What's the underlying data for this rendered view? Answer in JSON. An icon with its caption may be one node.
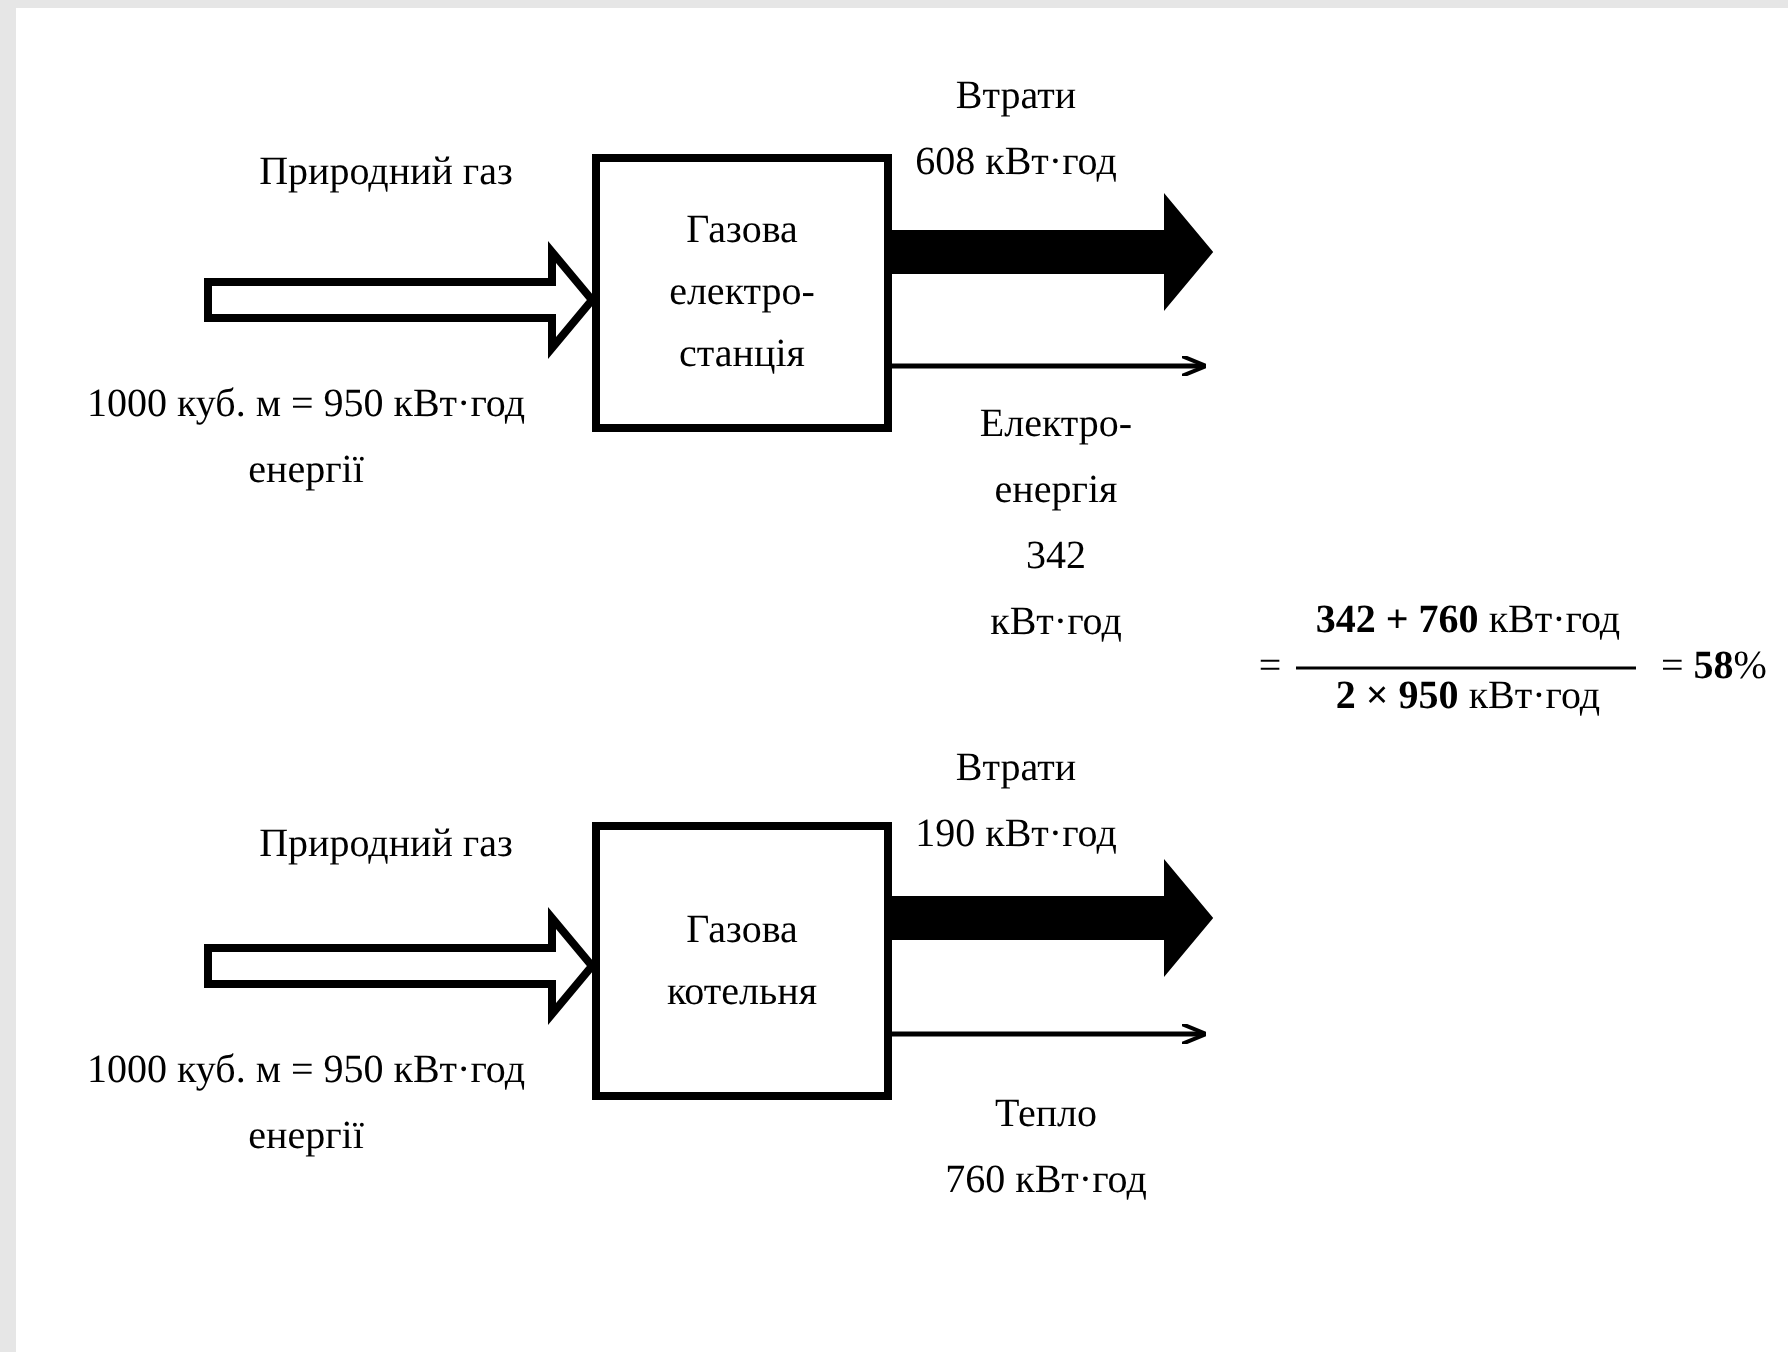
{
  "diagram": {
    "nodes": [
      {
        "text": [
          "Газова електро-станція"
        ]
      },
      {
        "text": [
          "Газова котельня"
        ]
      }
    ],
    "edges": [
      {
        "from": null,
        "to": 0,
        "arrow": "to",
        "style": "thick",
        "color": "#ffffff"
      },
      {
        "from": 0,
        "to": null,
        "arrow": "to",
        "style": "thick"
      },
      {
        "from": 0,
        "to": null,
        "arrow": "to"
      },
      {
        "from": null,
        "to": 1,
        "arrow": "to",
        "style": "thick",
        "color": "#ffffff"
      },
      {
        "from": 1,
        "to": null,
        "arrow": "to",
        "style": "thick"
      },
      {
        "from": 1,
        "to": null,
        "arrow": "to"
      }
    ],
    "labels": [
      "Втрати 608 кВт·год",
      "Природний газ",
      "1000 куб. м = 950 кВт·год енергії",
      "Електро-енергія 342 кВт·год",
      "=",
      "**342 + 760** кВт·год",
      "**2 × 950** кВт·год",
      "= **58**%",
      "Втрати 190 кВт·год",
      "Природний газ",
      "1000 куб. м = 950 кВт·год енергії",
      "Тепло 760 кВт·год"
    ]
  }
}
